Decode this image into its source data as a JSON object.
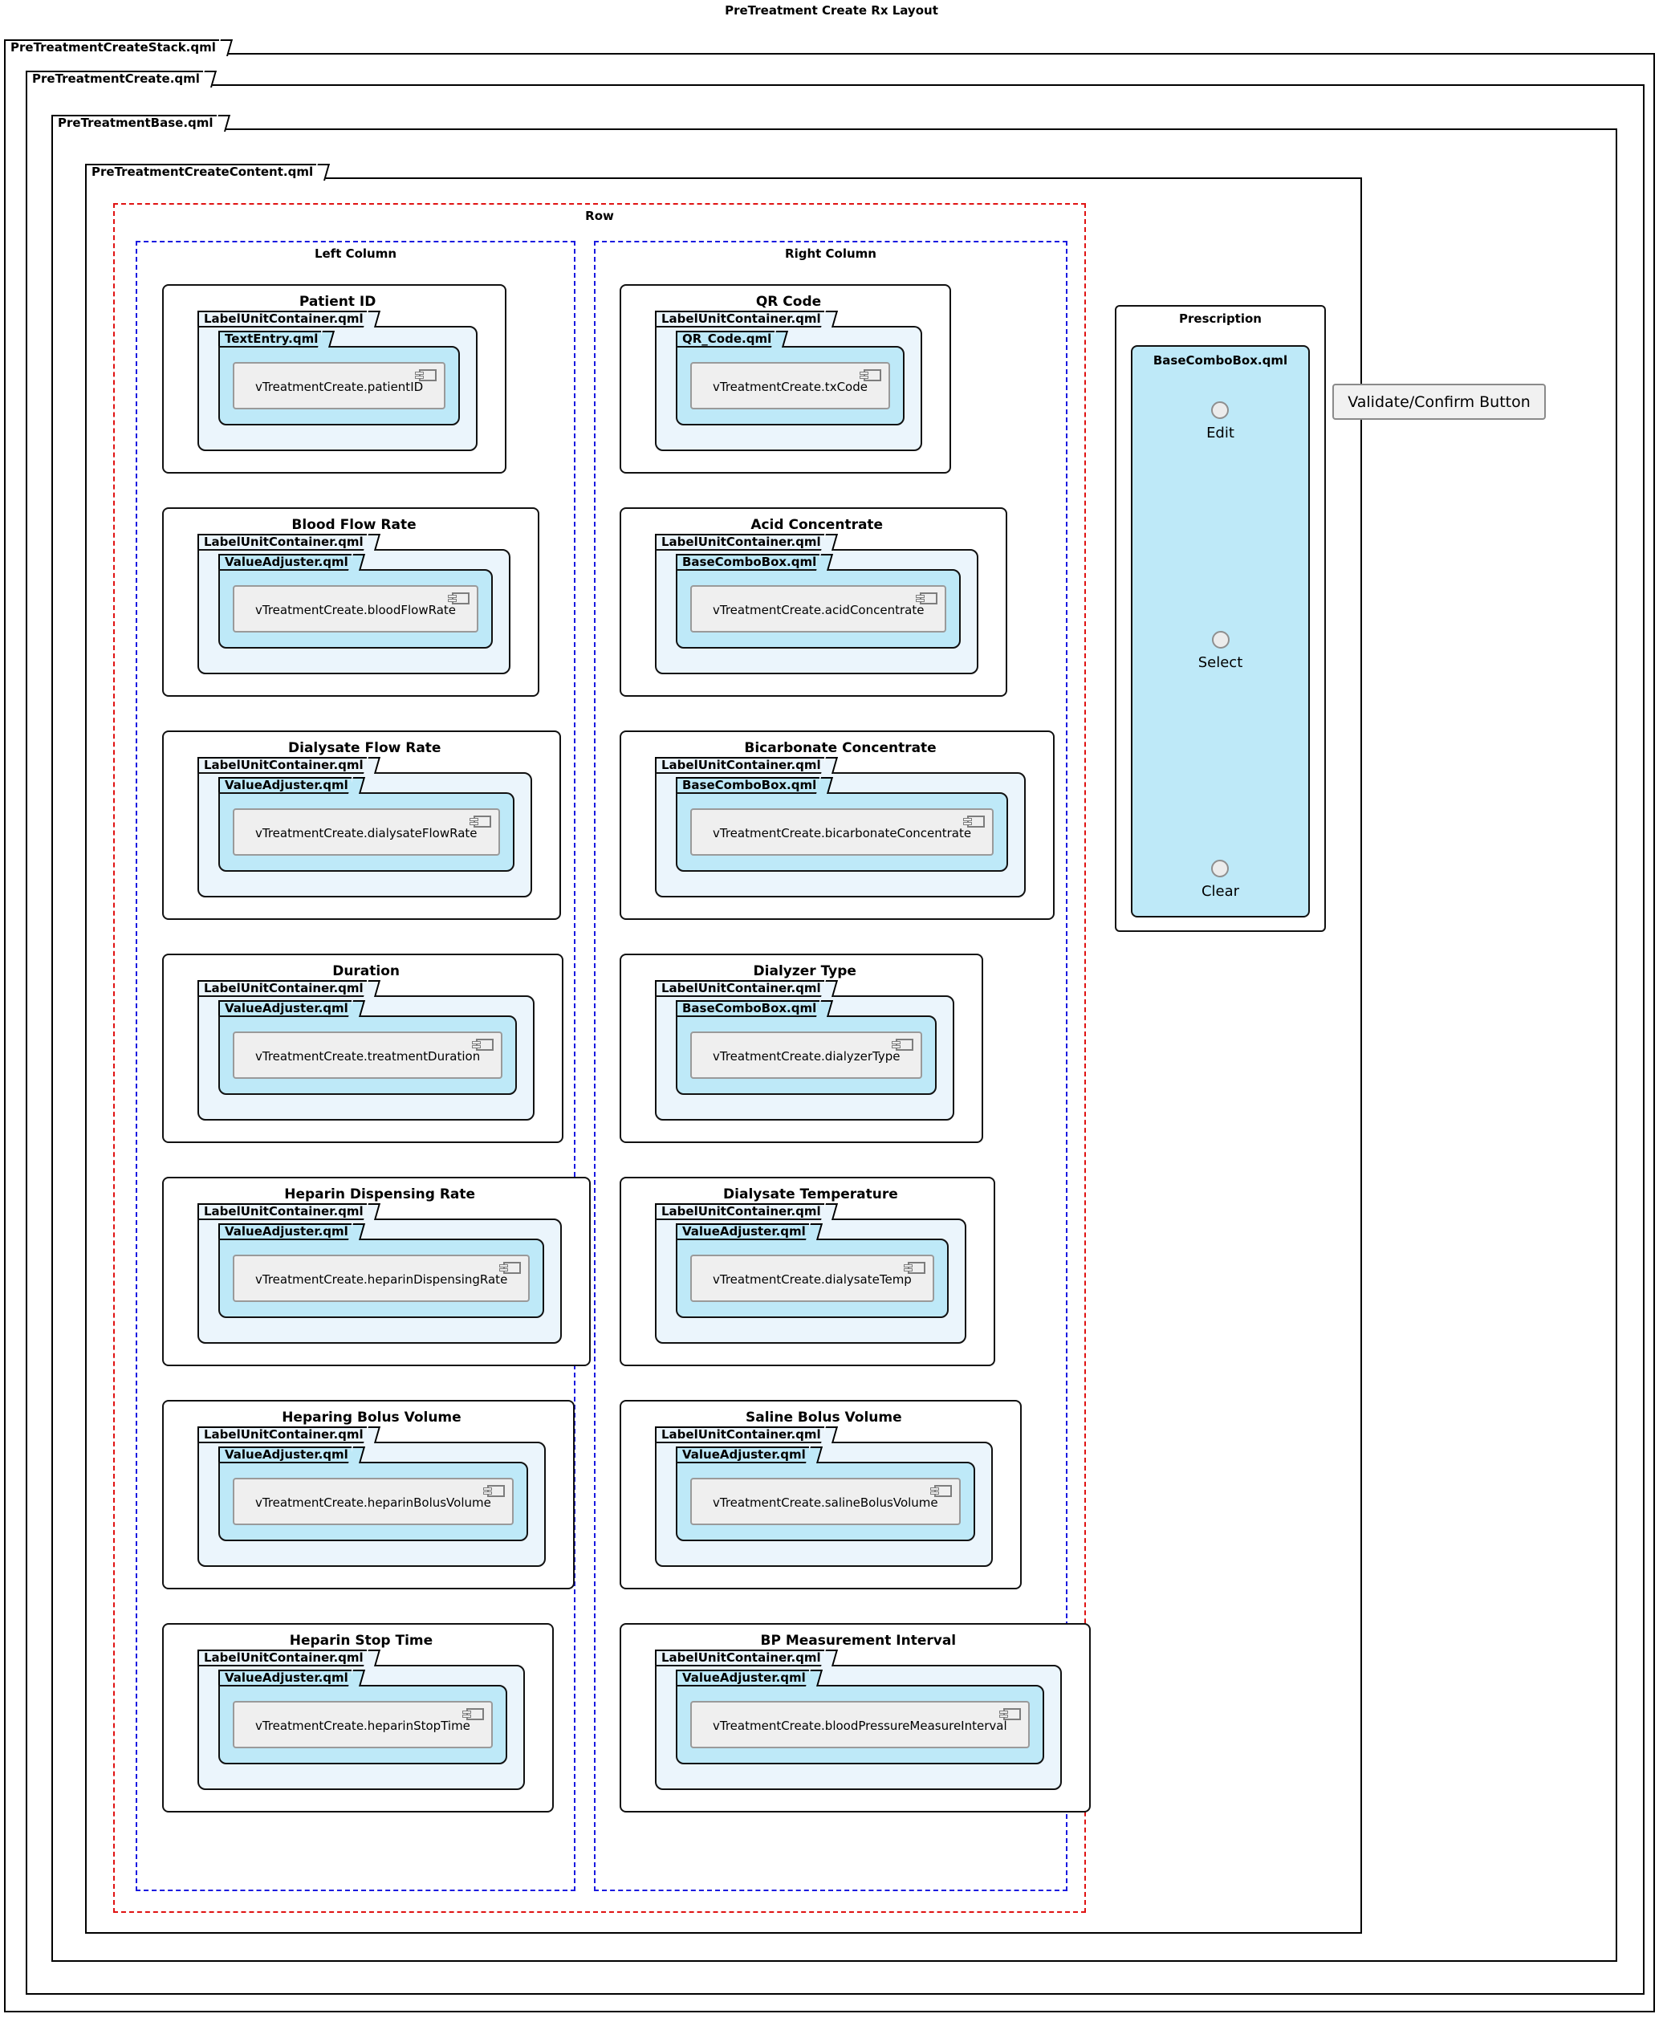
{
  "title": "PreTreatment Create Rx Layout",
  "frames": {
    "stack": "PreTreatmentCreateStack.qml",
    "create": "PreTreatmentCreate.qml",
    "base": "PreTreatmentBase.qml",
    "content": "PreTreatmentCreateContent.qml"
  },
  "row": {
    "label": "Row",
    "left_column": {
      "label": "Left Column",
      "fields": [
        {
          "title": "Patient ID",
          "container": "LabelUnitContainer.qml",
          "widget": "TextEntry.qml",
          "component": "vTreatmentCreate.patientID"
        },
        {
          "title": "Blood Flow Rate",
          "container": "LabelUnitContainer.qml",
          "widget": "ValueAdjuster.qml",
          "component": "vTreatmentCreate.bloodFlowRate"
        },
        {
          "title": "Dialysate Flow Rate",
          "container": "LabelUnitContainer.qml",
          "widget": "ValueAdjuster.qml",
          "component": "vTreatmentCreate.dialysateFlowRate"
        },
        {
          "title": "Duration",
          "container": "LabelUnitContainer.qml",
          "widget": "ValueAdjuster.qml",
          "component": "vTreatmentCreate.treatmentDuration"
        },
        {
          "title": "Heparin Dispensing Rate",
          "container": "LabelUnitContainer.qml",
          "widget": "ValueAdjuster.qml",
          "component": "vTreatmentCreate.heparinDispensingRate"
        },
        {
          "title": "Heparing Bolus Volume",
          "container": "LabelUnitContainer.qml",
          "widget": "ValueAdjuster.qml",
          "component": "vTreatmentCreate.heparinBolusVolume"
        },
        {
          "title": "Heparin Stop Time",
          "container": "LabelUnitContainer.qml",
          "widget": "ValueAdjuster.qml",
          "component": "vTreatmentCreate.heparinStopTime"
        }
      ]
    },
    "right_column": {
      "label": "Right Column",
      "fields": [
        {
          "title": "QR Code",
          "container": "LabelUnitContainer.qml",
          "widget": "QR_Code.qml",
          "component": "vTreatmentCreate.txCode"
        },
        {
          "title": "Acid Concentrate",
          "container": "LabelUnitContainer.qml",
          "widget": "BaseComboBox.qml",
          "component": "vTreatmentCreate.acidConcentrate"
        },
        {
          "title": "Bicarbonate Concentrate",
          "container": "LabelUnitContainer.qml",
          "widget": "BaseComboBox.qml",
          "component": "vTreatmentCreate.bicarbonateConcentrate"
        },
        {
          "title": "Dialyzer Type",
          "container": "LabelUnitContainer.qml",
          "widget": "BaseComboBox.qml",
          "component": "vTreatmentCreate.dialyzerType"
        },
        {
          "title": "Dialysate Temperature",
          "container": "LabelUnitContainer.qml",
          "widget": "ValueAdjuster.qml",
          "component": "vTreatmentCreate.dialysateTemp"
        },
        {
          "title": "Saline Bolus Volume",
          "container": "LabelUnitContainer.qml",
          "widget": "ValueAdjuster.qml",
          "component": "vTreatmentCreate.salineBolusVolume"
        },
        {
          "title": "BP Measurement Interval",
          "container": "LabelUnitContainer.qml",
          "widget": "ValueAdjuster.qml",
          "component": "vTreatmentCreate.bloodPressureMeasureInterval"
        }
      ]
    }
  },
  "prescription": {
    "title": "Prescription",
    "combo_frame": "BaseComboBox.qml",
    "options": [
      "Edit",
      "Select",
      "Clear"
    ]
  },
  "validate_button": {
    "label": "Validate/Confirm Button"
  },
  "colors": {
    "container_frame_fill": "#EBF5FC",
    "widget_frame_fill": "#BEE9F8",
    "component_fill": "#EFEFEF",
    "row_outline": "#E01212",
    "column_outline": "#1A1AE0",
    "frame_outline": "#000000"
  }
}
